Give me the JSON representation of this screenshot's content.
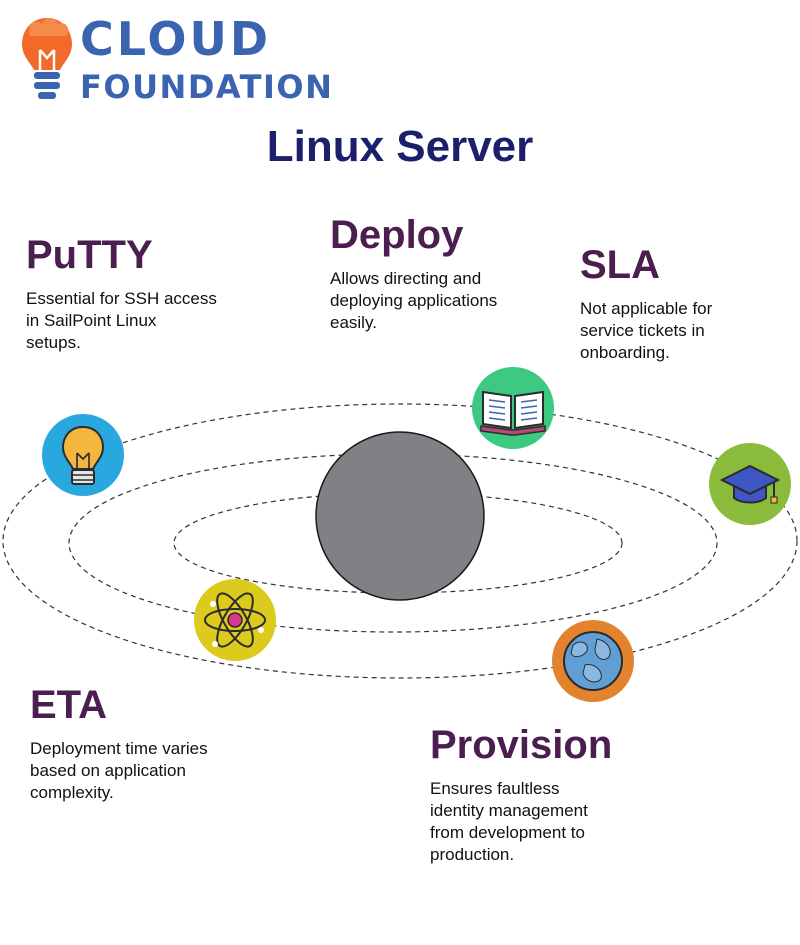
{
  "logo": {
    "line1": "CLOUD",
    "line2": "FOUNDATION"
  },
  "title": "Linux Server",
  "sections": {
    "putty": {
      "heading": "PuTTY",
      "desc": [
        "Essential for SSH access",
        "in SailPoint Linux",
        "setups."
      ]
    },
    "deploy": {
      "heading": "Deploy",
      "desc": [
        "Allows directing and",
        "deploying applications",
        "easily."
      ]
    },
    "sla": {
      "heading": "SLA",
      "desc": [
        "Not applicable for",
        "service tickets in",
        "onboarding."
      ]
    },
    "eta": {
      "heading": "ETA",
      "desc": [
        "Deployment time varies",
        "based on application",
        "complexity."
      ]
    },
    "provision": {
      "heading": "Provision",
      "desc": [
        "Ensures faultless",
        "identity management",
        "from development to",
        "production."
      ]
    }
  },
  "icons": {
    "lightbulb": {
      "icon": "lightbulb-icon",
      "color": "#29a7df"
    },
    "book": {
      "icon": "book-icon",
      "color": "#3ec983"
    },
    "grad_cap": {
      "icon": "graduation-cap-icon",
      "color": "#8bbb3a"
    },
    "atom": {
      "icon": "atom-icon",
      "color": "#dccb1d"
    },
    "globe": {
      "icon": "globe-icon",
      "color": "#e3832e"
    }
  },
  "colors": {
    "heading_dark": "#4a1e4e",
    "heading_navy": "#1c1f6b",
    "logo_blue": "#3a64b0",
    "logo_orange": "#f06a2a",
    "planet": "#808184"
  }
}
